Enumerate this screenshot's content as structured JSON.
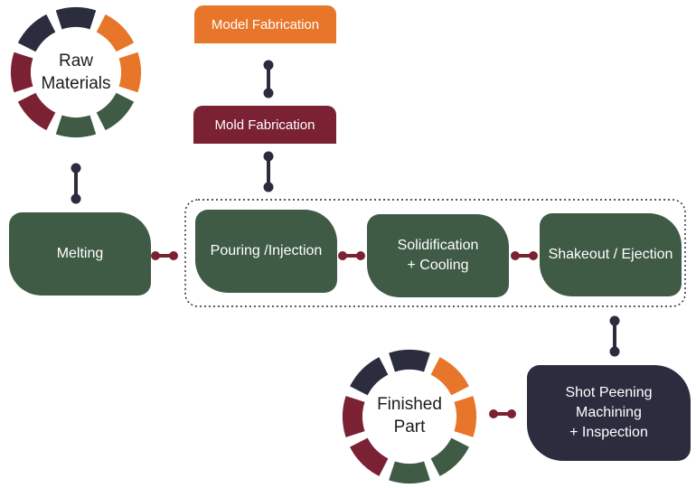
{
  "colors": {
    "green": "#3f5a45",
    "maroon": "#7a2133",
    "orange": "#e8762a",
    "navy": "#2b2d3f",
    "connector_vertical": "#2b2d3f",
    "connector_horizontal": "#7a2133"
  },
  "rings": {
    "raw_materials": {
      "label": "Raw\nMaterials"
    },
    "finished_part": {
      "label": "Finished\nPart"
    }
  },
  "top": {
    "model_fabrication": "Model Fabrication",
    "mold_fabrication": "Mold Fabrication"
  },
  "process": {
    "melting": "Melting",
    "pouring": "Pouring /Injection",
    "solidification": "Solidification\n+ Cooling",
    "shakeout": "Shakeout / Ejection",
    "finishing": "Shot Peening\nMachining\n+ Inspection"
  }
}
